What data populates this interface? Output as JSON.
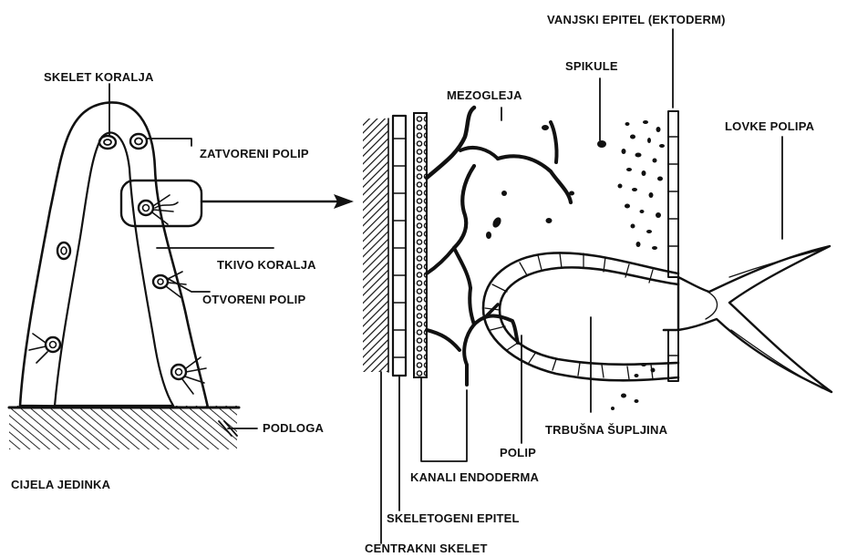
{
  "diagram": {
    "ink_color": "#111111",
    "background": "#ffffff",
    "labels": {
      "skelet_koralja": "SKELET KORALJA",
      "zatvoreni_polip": "ZATVORENI POLIP",
      "tkivo_koralja": "TKIVO KORALJA",
      "otvoreni_polip": "OTVORENI POLIP",
      "podloga": "PODLOGA",
      "cijela_jedinka": "CIJELA JEDINKA",
      "mezogleja": "MEZOGLEJA",
      "spikule": "SPIKULE",
      "vanjski_epitel": "VANJSKI EPITEL (EKTODERM)",
      "lovke_polipa": "LOVKE POLIPA",
      "trbusna_supljina": "TRBUŠNA ŠUPLJINA",
      "polip": "POLIP",
      "kanali_endoderma": "KANALI ENDODERMA",
      "skeletogeni_epitel": "SKELETOGENI EPITEL",
      "centralni_skelet": "CENTRAKNI SKELET"
    }
  }
}
